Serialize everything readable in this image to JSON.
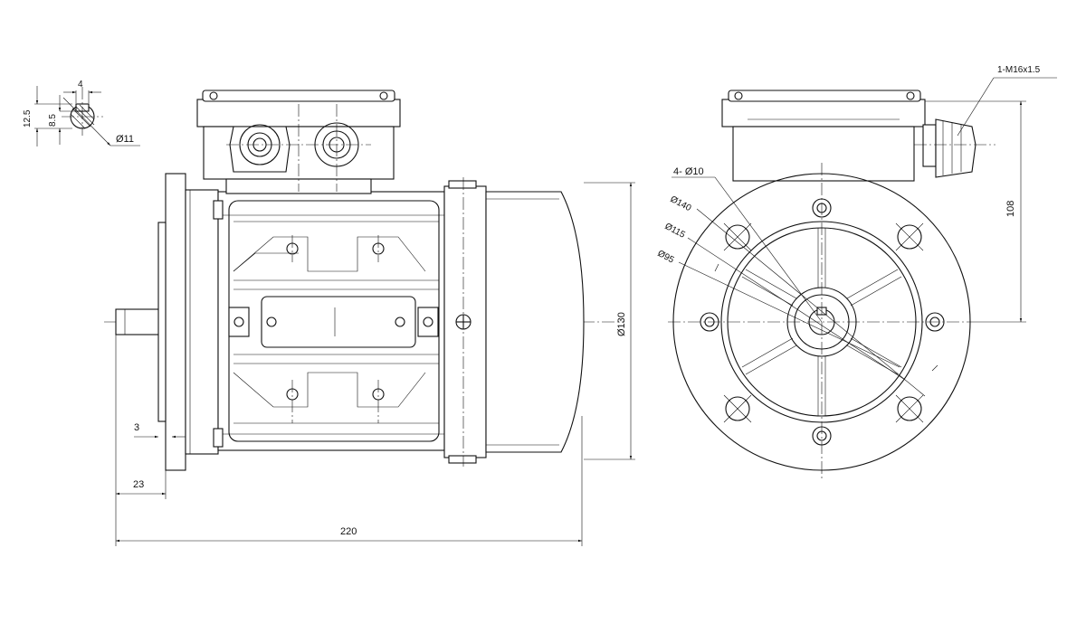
{
  "dimensions": {
    "key_width": "4",
    "key_height_total": "12.5",
    "key_depth": "8.5",
    "shaft_diameter": "Ø11",
    "flange_thickness": "3",
    "shaft_length": "23",
    "overall_length": "220",
    "height_diameter": "Ø130",
    "cable_gland": "1-M16x1.5",
    "terminal_height": "108",
    "bolt_holes": "4-  Ø10",
    "flange_pcd": "Ø140",
    "pitch_115": "Ø115",
    "spigot_95": "Ø95"
  }
}
